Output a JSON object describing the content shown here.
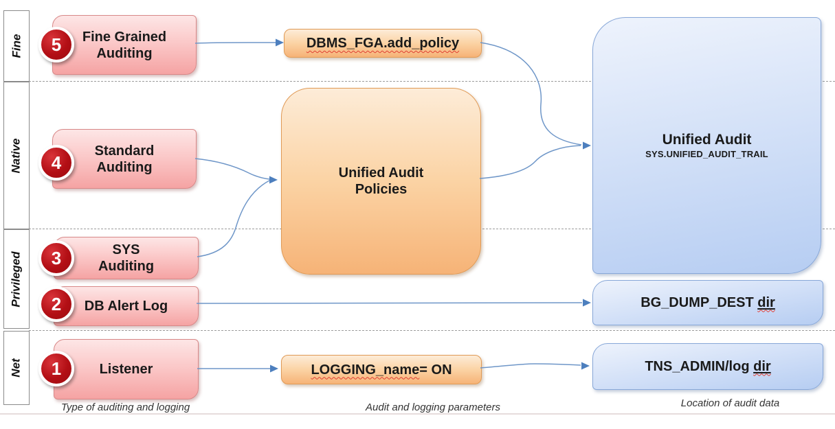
{
  "lanes": [
    {
      "label": "Fine"
    },
    {
      "label": "Native"
    },
    {
      "label": "Privileged"
    },
    {
      "label": "Net"
    }
  ],
  "sources": [
    {
      "number": "5",
      "line1": "Fine Grained",
      "line2": "Auditing"
    },
    {
      "number": "4",
      "line1": "Standard",
      "line2": "Auditing"
    },
    {
      "number": "3",
      "line1": "SYS",
      "line2": "Auditing"
    },
    {
      "number": "2",
      "line1": "DB Alert Log",
      "line2": ""
    },
    {
      "number": "1",
      "line1": "Listener",
      "line2": ""
    }
  ],
  "parameters": {
    "fga_policy": "DBMS_FGA.add_policy",
    "unified_line1": "Unified Audit",
    "unified_line2": "Policies",
    "logging_param": "LOGGING_name",
    "logging_rest": " = ON"
  },
  "destinations": {
    "unified_title": "Unified Audit",
    "unified_subtitle": "SYS.UNIFIED_AUDIT_TRAIL",
    "bg_dump_label": "BG_DUMP_DEST ",
    "bg_dump_suffix": "dir",
    "tns_label": "TNS_ADMIN/log ",
    "tns_suffix": "dir"
  },
  "captions": {
    "types": "Type of auditing and logging",
    "params": "Audit and logging parameters",
    "location": "Location of audit data"
  },
  "colors": {
    "arrow_stroke": "#6e96c8",
    "arrow_head": "#4d7fbe",
    "source_fill_top": "#fde6e6",
    "source_fill_bottom": "#f5a3a3",
    "param_fill_top": "#fdecd8",
    "param_fill_bottom": "#f6b377",
    "dest_fill_top": "#eef3fc",
    "dest_fill_bottom": "#b6cdf2",
    "badge_red": "#b30f15",
    "squiggle_red": "#e03c31"
  }
}
